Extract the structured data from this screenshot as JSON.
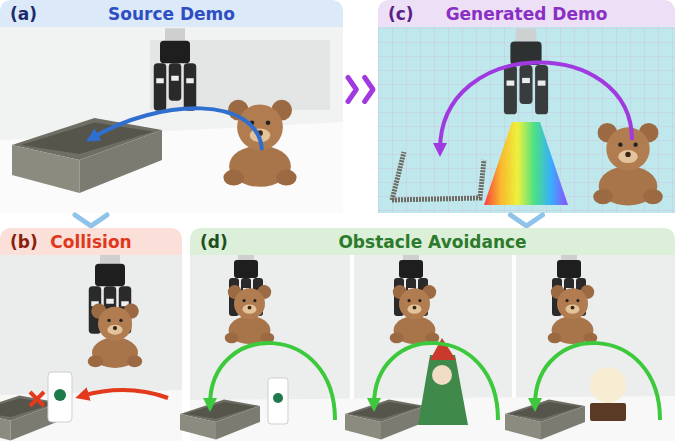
{
  "diagram": {
    "nodes": [
      {
        "text": [
          "(a)",
          "Source Demo"
        ]
      },
      {
        "text": [
          "(c)",
          "Generated Demo"
        ]
      },
      {
        "text": [
          "(b)",
          "Collision"
        ]
      },
      {
        "text": [
          "(d)",
          "Obstacle Avoidance"
        ]
      }
    ],
    "edges": [
      {
        "from": 0,
        "to": 1,
        "arrow": "to"
      },
      {
        "from": 0,
        "to": 2,
        "arrow": "to"
      },
      {
        "from": 1,
        "to": 3,
        "arrow": "to"
      }
    ]
  }
}
